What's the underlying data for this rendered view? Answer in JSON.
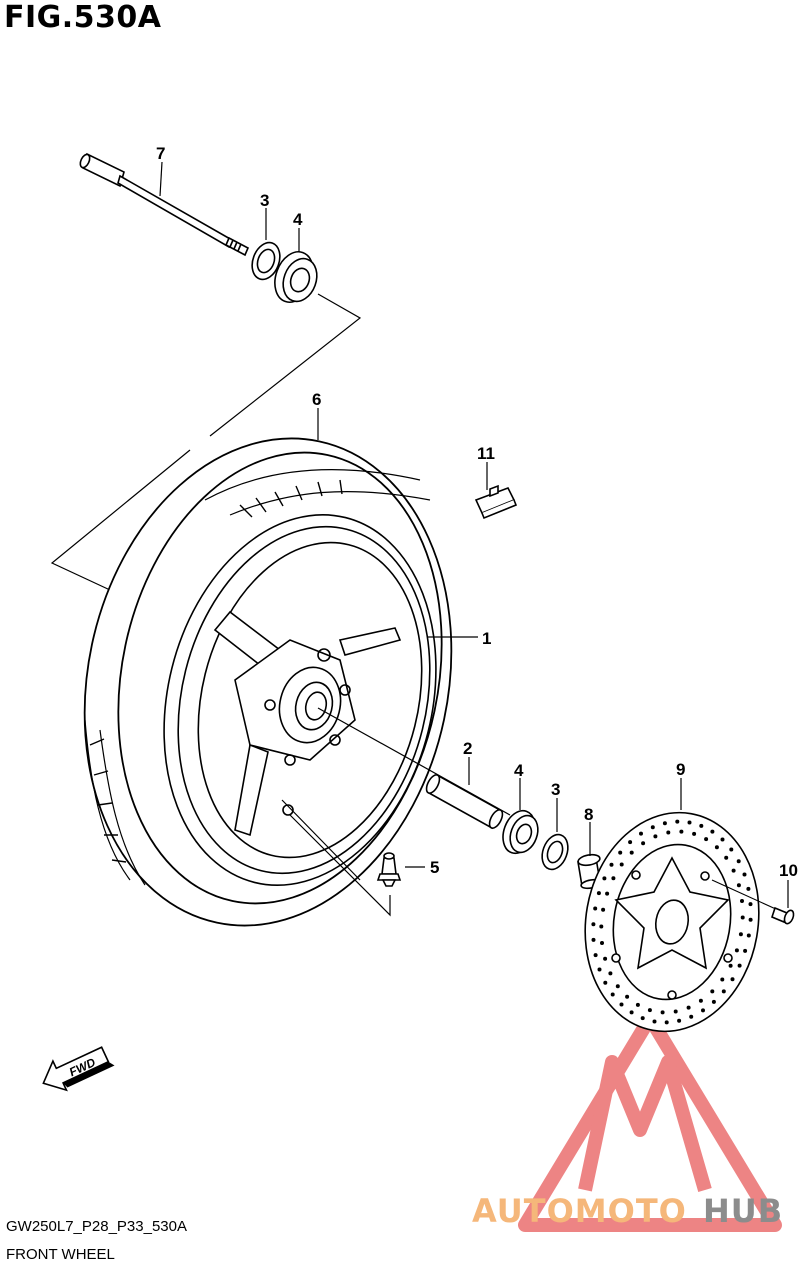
{
  "figure": {
    "title": "FIG.530A",
    "code": "GW250L7_P28_P33_530A",
    "subtitle": "FRONT WHEEL"
  },
  "callouts": [
    {
      "id": "c1",
      "label": "1"
    },
    {
      "id": "c2",
      "label": "2"
    },
    {
      "id": "c3a",
      "label": "3"
    },
    {
      "id": "c3b",
      "label": "3"
    },
    {
      "id": "c4a",
      "label": "4"
    },
    {
      "id": "c4b",
      "label": "4"
    },
    {
      "id": "c5",
      "label": "5"
    },
    {
      "id": "c6",
      "label": "6"
    },
    {
      "id": "c7",
      "label": "7"
    },
    {
      "id": "c8",
      "label": "8"
    },
    {
      "id": "c9",
      "label": "9"
    },
    {
      "id": "c10",
      "label": "10"
    },
    {
      "id": "c11",
      "label": "11"
    }
  ],
  "fwd_arrow": {
    "label": "FWD"
  },
  "watermark": {
    "part1": "AUTOMOTO",
    "part2": "HUB",
    "color_orange": "#f5b77a",
    "color_red": "#ea6f6f",
    "color_gray": "#8c8c8c"
  }
}
